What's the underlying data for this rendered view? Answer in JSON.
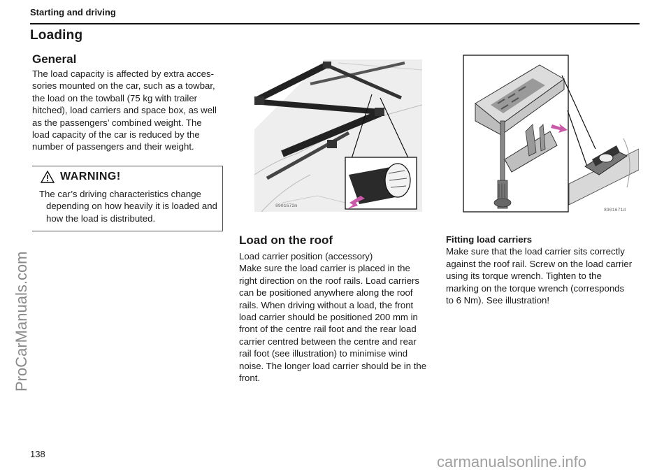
{
  "header": {
    "section": "Starting and driving"
  },
  "title": "Loading",
  "general": {
    "heading": "General",
    "lines": [
      "The load capacity is affected by extra acces-",
      "sories mounted on the car, such as a towbar,",
      "the load on the towball (75 kg with trailer",
      "hitched), load carriers and space box, as well",
      "as the passengers’ combined weight. The",
      "load capacity of the car is reduced by the",
      "number of passengers and their weight."
    ]
  },
  "warning": {
    "title": "WARNING!",
    "lines": [
      "The car’s driving characteristics change",
      "depending on how heavily it is loaded and",
      "how the load is distributed."
    ]
  },
  "illustrations": {
    "left_code": "8901672m",
    "right_code": "8901671d"
  },
  "roof": {
    "heading": "Load on the roof",
    "lines": [
      "Load carrier position (accessory)",
      "Make sure the load carrier is placed in the",
      "right direction on the roof rails. Load carriers",
      "can be positioned anywhere along the roof",
      "rails. When driving without a load, the front",
      "load carrier should be positioned 200 mm in",
      "front of the centre rail foot and the rear load",
      "carrier centred between the centre and rear",
      "rail foot (see illustration) to minimise wind",
      "noise. The longer load carrier should be in the",
      "front."
    ]
  },
  "fitting": {
    "heading": "Fitting load carriers",
    "lines": [
      "Make sure that the load carrier sits correctly",
      "against the roof rail. Screw on the load carrier",
      "using its torque wrench. Tighten to the",
      "marking on the torque wrench (corresponds",
      "to 6 Nm). See illustration!"
    ]
  },
  "page_number": "138",
  "watermarks": {
    "side": "ProCarManuals.com",
    "bottom": "carmanualsonline.info"
  },
  "colors": {
    "arrow": "#c85aa8",
    "text": "#1a1a1a"
  }
}
